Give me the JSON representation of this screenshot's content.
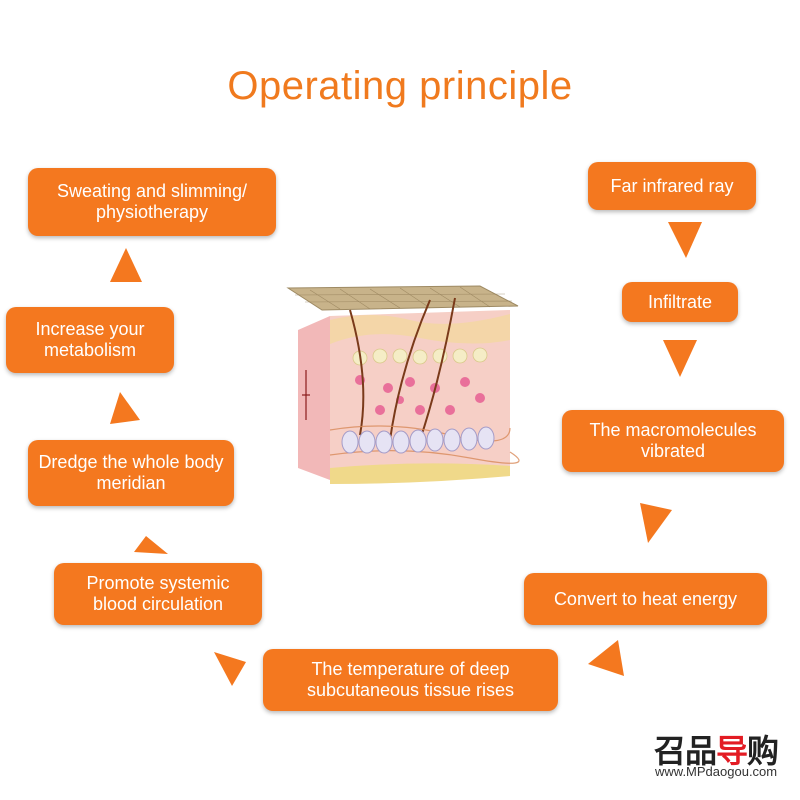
{
  "title": "Operating principle",
  "colors": {
    "accent": "#f4781f",
    "title": "#f07a1e"
  },
  "steps": [
    {
      "label": "Far infrared ray"
    },
    {
      "label": "Infiltrate"
    },
    {
      "label": "The macromolecules vibrated"
    },
    {
      "label": "Convert to heat energy"
    },
    {
      "label": "The temperature of deep subcutaneous tissue rises"
    },
    {
      "label": "Promote systemic blood circulation"
    },
    {
      "label": "Dredge the whole body meridian"
    },
    {
      "label": "Increase your metabolism"
    },
    {
      "label": "Sweating and slimming/ physiotherapy"
    }
  ],
  "watermark": {
    "logo_text_a": "召品",
    "logo_text_b": "导",
    "logo_text_c": "购",
    "url": "www.MPdaogou.com"
  }
}
